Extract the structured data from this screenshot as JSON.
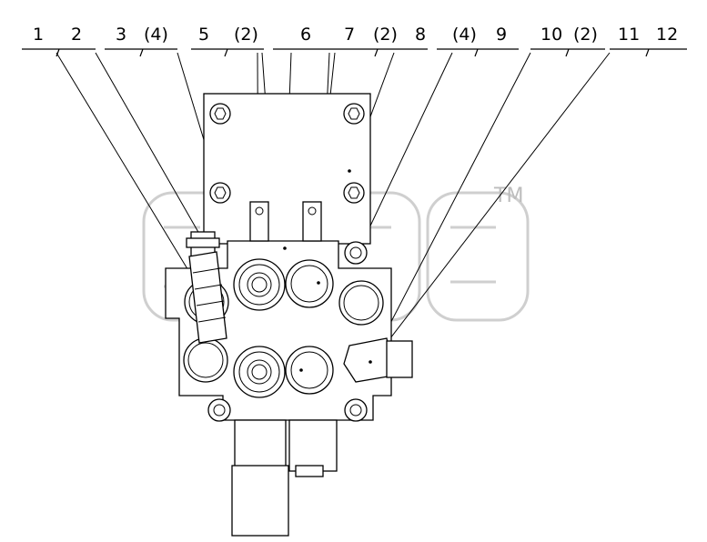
{
  "callouts": [
    {
      "id": "1",
      "label": "1"
    },
    {
      "id": "2",
      "label": "2"
    },
    {
      "id": "3",
      "label": "3"
    },
    {
      "id": "3q",
      "label": "(4)"
    },
    {
      "id": "5",
      "label": "5"
    },
    {
      "id": "5q",
      "label": "(2)"
    },
    {
      "id": "6",
      "label": "6"
    },
    {
      "id": "7",
      "label": "7"
    },
    {
      "id": "7q",
      "label": "(2)"
    },
    {
      "id": "8",
      "label": "8"
    },
    {
      "id": "9q",
      "label": "(4)"
    },
    {
      "id": "9",
      "label": "9"
    },
    {
      "id": "10",
      "label": "10"
    },
    {
      "id": "10q",
      "label": "(2)"
    },
    {
      "id": "11",
      "label": "11"
    },
    {
      "id": "12",
      "label": "12"
    }
  ],
  "watermark": {
    "trademark": "TM"
  },
  "colors": {
    "line": "#000000",
    "watermark": "#cfcfcf",
    "background": "#ffffff"
  }
}
